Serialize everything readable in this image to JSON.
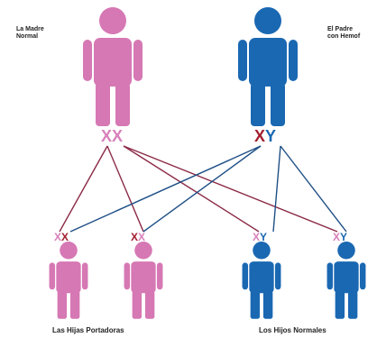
{
  "colors": {
    "female": "#d678b4",
    "male": "#1a68b2",
    "normal_x": "#d880ba",
    "affected_x": "#a31e2e",
    "y_chrom": "#1a68b2",
    "line_red": "#8b2a45",
    "line_blue": "#1e4f86"
  },
  "labels": {
    "mother_line1": "La Madre",
    "mother_line2": "Normal",
    "father_line1": "El Padre",
    "father_line2": "con Hemof",
    "daughters_caption": "Las Hijas Portadoras",
    "sons_caption": "Los Hijos Normales"
  },
  "parents": {
    "mother": {
      "figure": "female-figure",
      "genotype": [
        "X",
        "X"
      ],
      "alleles": [
        "normal",
        "normal"
      ]
    },
    "father": {
      "figure": "male-figure",
      "genotype": [
        "X",
        "Y"
      ],
      "alleles": [
        "affected",
        "y"
      ]
    }
  },
  "children": [
    {
      "figure": "female-figure",
      "genotype": [
        "X",
        "X"
      ],
      "alleles": [
        "normal",
        "affected"
      ]
    },
    {
      "figure": "female-figure",
      "genotype": [
        "X",
        "X"
      ],
      "alleles": [
        "affected",
        "normal"
      ]
    },
    {
      "figure": "male-figure",
      "genotype": [
        "X",
        "Y"
      ],
      "alleles": [
        "normal",
        "y"
      ]
    },
    {
      "figure": "male-figure",
      "genotype": [
        "X",
        "Y"
      ],
      "alleles": [
        "normal",
        "y"
      ]
    }
  ]
}
